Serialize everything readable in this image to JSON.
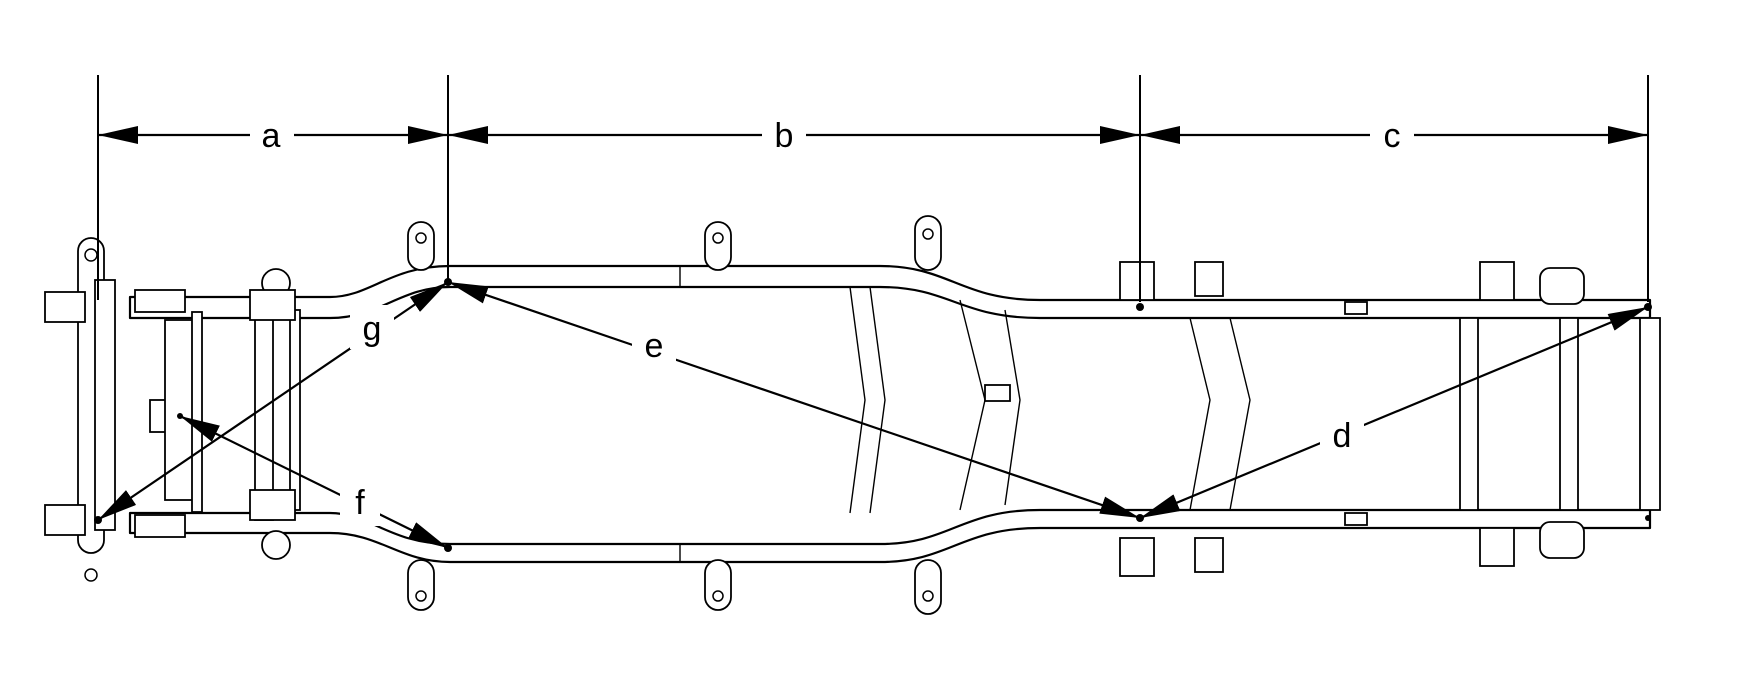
{
  "dimension_labels": {
    "a": "a",
    "b": "b",
    "c": "c",
    "d": "d",
    "e": "e",
    "f": "f",
    "g": "g"
  }
}
